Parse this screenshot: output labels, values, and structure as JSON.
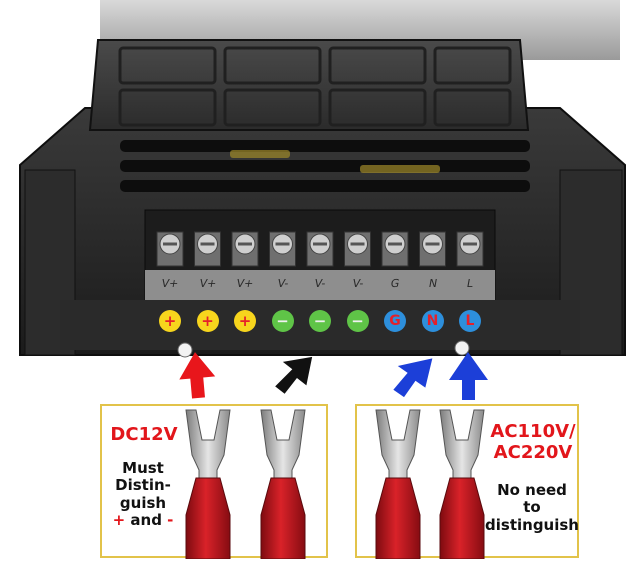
{
  "terminals": [
    {
      "label": "V+",
      "mark": "+",
      "kind": "plus"
    },
    {
      "label": "V+",
      "mark": "+",
      "kind": "plus"
    },
    {
      "label": "V+",
      "mark": "+",
      "kind": "plus"
    },
    {
      "label": "V-",
      "mark": "−",
      "kind": "minus"
    },
    {
      "label": "V-",
      "mark": "−",
      "kind": "minus"
    },
    {
      "label": "V-",
      "mark": "−",
      "kind": "minus"
    },
    {
      "label": "G",
      "mark": "G",
      "kind": "ac"
    },
    {
      "label": "N",
      "mark": "N",
      "kind": "ac"
    },
    {
      "label": "L",
      "mark": "L",
      "kind": "ac"
    }
  ],
  "dc_box": {
    "title": "DC12V",
    "line1": "Must",
    "line2": "Distin-",
    "line3": "guish",
    "plus_sign": "+",
    "and_word": " and ",
    "minus_sign": "-"
  },
  "ac_box": {
    "title_line1": "AC110V/",
    "title_line2": "AC220V",
    "line1": "No need",
    "line2": "to",
    "line3": "distinguish"
  },
  "colors": {
    "frame": "#e2c34a",
    "arrow_red": "#e8161b",
    "arrow_black": "#111111",
    "arrow_blue": "#1c3fd8",
    "lug_red": "#c8161e"
  }
}
